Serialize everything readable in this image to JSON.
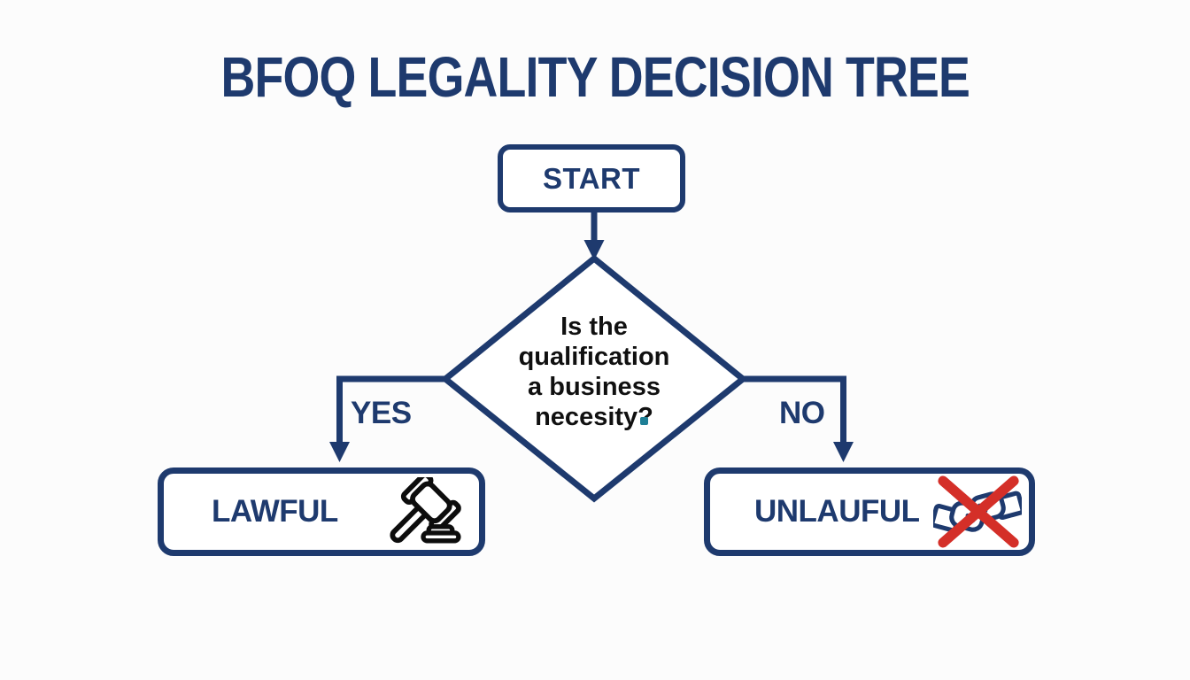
{
  "title": "BFOQ LEGALITY DECISION TREE",
  "flowchart": {
    "start": {
      "label": "START"
    },
    "decision": {
      "question": "Is the qualification a business necesity?",
      "lines": [
        "Is the",
        "qualification",
        "a business",
        "necesity?"
      ]
    },
    "branches": {
      "yes": "YES",
      "no": "NO"
    },
    "outcomes": {
      "lawful": {
        "label": "LAWFUL",
        "icon": "gavel-icon"
      },
      "unlawful": {
        "label": "UNLAUFUL",
        "icon": "no-handshake-icon"
      }
    }
  },
  "colors": {
    "navy": "#1e3a6e",
    "decision_text": "#101010",
    "gavel_black": "#0d0d0d",
    "red_x": "#d42f28",
    "question_dot_teal": "#1e7f96",
    "background": "#fcfcfc"
  }
}
